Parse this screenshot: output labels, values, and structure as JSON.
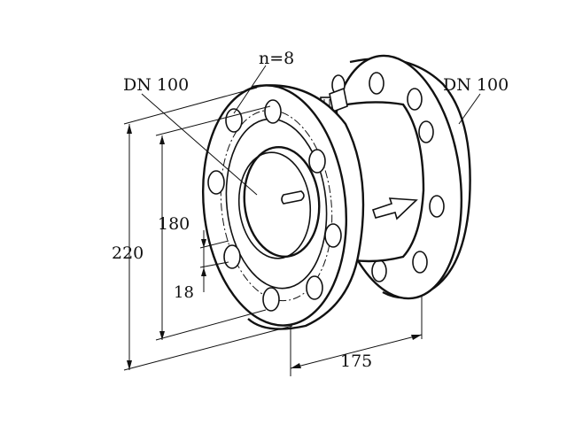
{
  "labels": {
    "inlet_size": "DN 100",
    "outlet_size": "DN 100",
    "bolt_count": "n=8",
    "flange_diameter": "220",
    "bolt_circle": "180",
    "bolt_hole": "18",
    "length": "175"
  },
  "colors": {
    "line": "#111111",
    "background": "#ffffff"
  },
  "icons": {
    "flow_direction": "arrow-icon"
  }
}
